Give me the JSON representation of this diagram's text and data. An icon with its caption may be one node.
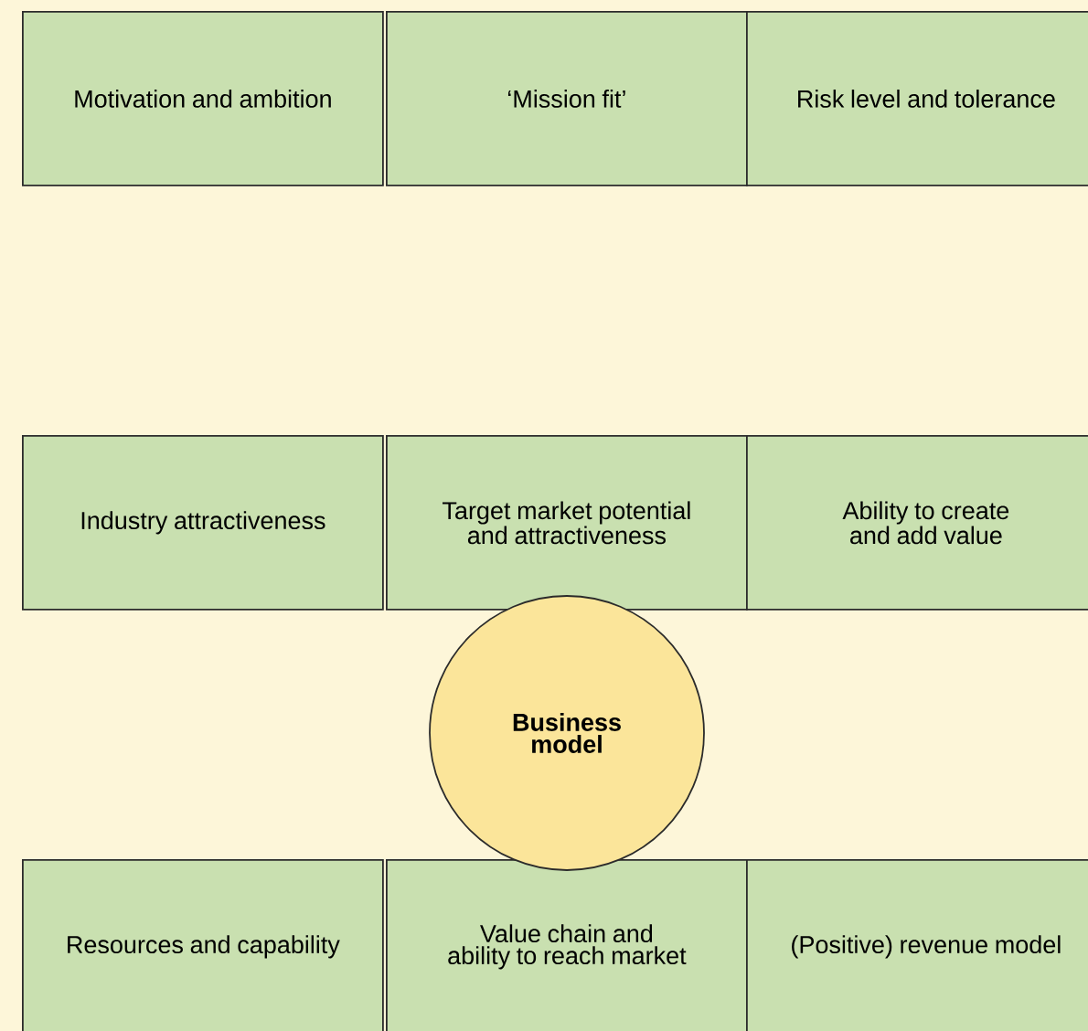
{
  "diagram": {
    "nodes": [
      {
        "text": [
          "Motivation and ambition"
        ]
      },
      {
        "text": [
          "‘Mission fit’"
        ]
      },
      {
        "text": [
          "Risk level and tolerance"
        ]
      },
      {
        "text": [
          "Industry attractiveness"
        ]
      },
      {
        "text": [
          "Target market potential and attractiveness"
        ]
      },
      {
        "text": [
          "Ability to create and add value"
        ]
      },
      {
        "text": [
          "Business model"
        ]
      },
      {
        "text": [
          "Resources and capability"
        ]
      },
      {
        "text": [
          "Value chain and ability to reach market"
        ]
      },
      {
        "text": [
          "(Positive) revenue model"
        ]
      }
    ]
  }
}
